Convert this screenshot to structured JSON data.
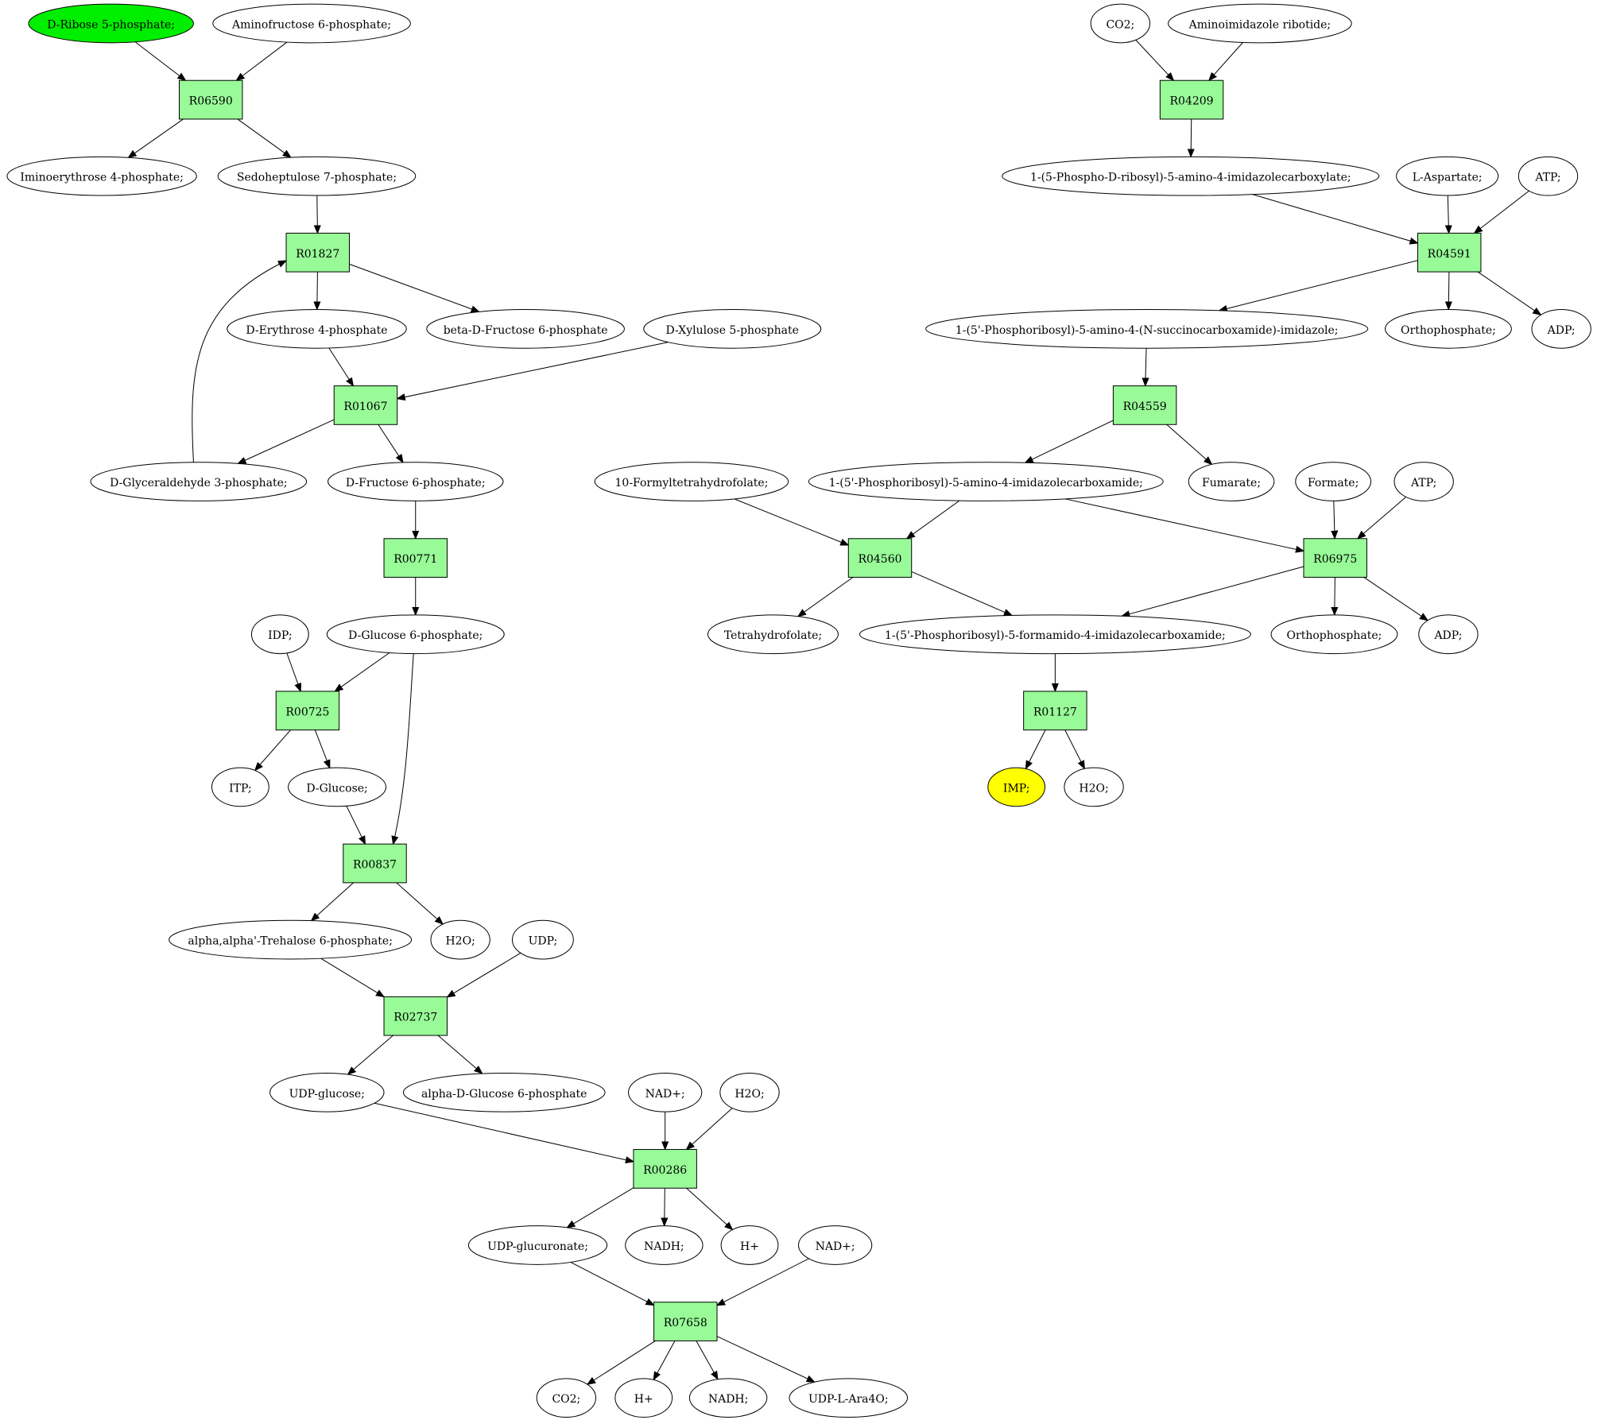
{
  "colors": {
    "reaction_fill": "#98fb98",
    "compound_fill": "#ffffff",
    "start_fill": "#00ee00",
    "end_fill": "#ffff00",
    "stroke": "#000000"
  },
  "reactions": [
    {
      "id": "R06590",
      "label": "R06590"
    },
    {
      "id": "R01827",
      "label": "R01827"
    },
    {
      "id": "R01067",
      "label": "R01067"
    },
    {
      "id": "R00771",
      "label": "R00771"
    },
    {
      "id": "R00725",
      "label": "R00725"
    },
    {
      "id": "R00837",
      "label": "R00837"
    },
    {
      "id": "R02737",
      "label": "R02737"
    },
    {
      "id": "R00286",
      "label": "R00286"
    },
    {
      "id": "R07658",
      "label": "R07658"
    },
    {
      "id": "R04209",
      "label": "R04209"
    },
    {
      "id": "R04591",
      "label": "R04591"
    },
    {
      "id": "R04559",
      "label": "R04559"
    },
    {
      "id": "R04560",
      "label": "R04560"
    },
    {
      "id": "R06975",
      "label": "R06975"
    },
    {
      "id": "R01127",
      "label": "R01127"
    }
  ],
  "compounds": [
    {
      "id": "c_ribose5p",
      "label": "D-Ribose 5-phosphate;",
      "role": "start"
    },
    {
      "id": "c_aminofru6p",
      "label": "Aminofructose 6-phosphate;"
    },
    {
      "id": "c_iminoery4p",
      "label": "Iminoerythrose 4-phosphate;"
    },
    {
      "id": "c_sedo7p",
      "label": "Sedoheptulose 7-phosphate;"
    },
    {
      "id": "c_ery4p",
      "label": "D-Erythrose 4-phosphate"
    },
    {
      "id": "c_betafru6p",
      "label": "beta-D-Fructose 6-phosphate"
    },
    {
      "id": "c_xyl5p",
      "label": "D-Xylulose 5-phosphate"
    },
    {
      "id": "c_gap",
      "label": "D-Glyceraldehyde 3-phosphate;"
    },
    {
      "id": "c_fru6p",
      "label": "D-Fructose 6-phosphate;"
    },
    {
      "id": "c_glc6p",
      "label": "D-Glucose 6-phosphate;"
    },
    {
      "id": "c_idp",
      "label": "IDP;"
    },
    {
      "id": "c_itp",
      "label": "ITP;"
    },
    {
      "id": "c_glc",
      "label": "D-Glucose;"
    },
    {
      "id": "c_treh6p",
      "label": "alpha,alpha'-Trehalose 6-phosphate;"
    },
    {
      "id": "c_h2o_a",
      "label": "H2O;"
    },
    {
      "id": "c_udp",
      "label": "UDP;"
    },
    {
      "id": "c_udpglc",
      "label": "UDP-glucose;"
    },
    {
      "id": "c_aglc6p",
      "label": "alpha-D-Glucose 6-phosphate"
    },
    {
      "id": "c_nad_a",
      "label": "NAD+;"
    },
    {
      "id": "c_h2o_b",
      "label": "H2O;"
    },
    {
      "id": "c_udpglcur",
      "label": "UDP-glucuronate;"
    },
    {
      "id": "c_nadh_a",
      "label": "NADH;"
    },
    {
      "id": "c_hplus_a",
      "label": "H+"
    },
    {
      "id": "c_nad_b",
      "label": "NAD+;"
    },
    {
      "id": "c_co2_b",
      "label": "CO2;"
    },
    {
      "id": "c_hplus_b",
      "label": "H+"
    },
    {
      "id": "c_nadh_b",
      "label": "NADH;"
    },
    {
      "id": "c_udparaf",
      "label": "UDP-L-Ara4O;"
    },
    {
      "id": "c_co2_a",
      "label": "CO2;"
    },
    {
      "id": "c_air",
      "label": "Aminoimidazole ribotide;"
    },
    {
      "id": "c_cair",
      "label": "1-(5-Phospho-D-ribosyl)-5-amino-4-imidazolecarboxylate;"
    },
    {
      "id": "c_asp",
      "label": "L-Aspartate;"
    },
    {
      "id": "c_atp_a",
      "label": "ATP;"
    },
    {
      "id": "c_saicar",
      "label": "1-(5'-Phosphoribosyl)-5-amino-4-(N-succinocarboxamide)-imidazole;"
    },
    {
      "id": "c_pi_a",
      "label": "Orthophosphate;"
    },
    {
      "id": "c_adp_a",
      "label": "ADP;"
    },
    {
      "id": "c_fum",
      "label": "Fumarate;"
    },
    {
      "id": "c_fthf",
      "label": "10-Formyltetrahydrofolate;"
    },
    {
      "id": "c_aicar",
      "label": "1-(5'-Phosphoribosyl)-5-amino-4-imidazolecarboxamide;"
    },
    {
      "id": "c_formate",
      "label": "Formate;"
    },
    {
      "id": "c_atp_b",
      "label": "ATP;"
    },
    {
      "id": "c_thf",
      "label": "Tetrahydrofolate;"
    },
    {
      "id": "c_faicar",
      "label": "1-(5'-Phosphoribosyl)-5-formamido-4-imidazolecarboxamide;"
    },
    {
      "id": "c_pi_b",
      "label": "Orthophosphate;"
    },
    {
      "id": "c_adp_b",
      "label": "ADP;"
    },
    {
      "id": "c_imp",
      "label": "IMP;",
      "role": "end"
    },
    {
      "id": "c_h2o_c",
      "label": "H2O;"
    }
  ],
  "edges": [
    {
      "from": "c_ribose5p",
      "to": "R06590"
    },
    {
      "from": "c_aminofru6p",
      "to": "R06590"
    },
    {
      "from": "R06590",
      "to": "c_iminoery4p"
    },
    {
      "from": "R06590",
      "to": "c_sedo7p"
    },
    {
      "from": "c_sedo7p",
      "to": "R01827"
    },
    {
      "from": "c_gap",
      "to": "R01827"
    },
    {
      "from": "R01827",
      "to": "c_ery4p"
    },
    {
      "from": "R01827",
      "to": "c_betafru6p"
    },
    {
      "from": "c_ery4p",
      "to": "R01067"
    },
    {
      "from": "c_xyl5p",
      "to": "R01067"
    },
    {
      "from": "R01067",
      "to": "c_gap"
    },
    {
      "from": "R01067",
      "to": "c_fru6p"
    },
    {
      "from": "c_fru6p",
      "to": "R00771"
    },
    {
      "from": "R00771",
      "to": "c_glc6p"
    },
    {
      "from": "c_idp",
      "to": "R00725"
    },
    {
      "from": "c_glc6p",
      "to": "R00725"
    },
    {
      "from": "R00725",
      "to": "c_itp"
    },
    {
      "from": "R00725",
      "to": "c_glc"
    },
    {
      "from": "c_glc",
      "to": "R00837"
    },
    {
      "from": "c_glc6p",
      "to": "R00837"
    },
    {
      "from": "R00837",
      "to": "c_treh6p"
    },
    {
      "from": "R00837",
      "to": "c_h2o_a"
    },
    {
      "from": "c_treh6p",
      "to": "R02737"
    },
    {
      "from": "c_udp",
      "to": "R02737"
    },
    {
      "from": "R02737",
      "to": "c_udpglc"
    },
    {
      "from": "R02737",
      "to": "c_aglc6p"
    },
    {
      "from": "c_udpglc",
      "to": "R00286"
    },
    {
      "from": "c_nad_a",
      "to": "R00286"
    },
    {
      "from": "c_h2o_b",
      "to": "R00286"
    },
    {
      "from": "R00286",
      "to": "c_udpglcur"
    },
    {
      "from": "R00286",
      "to": "c_nadh_a"
    },
    {
      "from": "R00286",
      "to": "c_hplus_a"
    },
    {
      "from": "c_udpglcur",
      "to": "R07658"
    },
    {
      "from": "c_nad_b",
      "to": "R07658"
    },
    {
      "from": "R07658",
      "to": "c_co2_b"
    },
    {
      "from": "R07658",
      "to": "c_hplus_b"
    },
    {
      "from": "R07658",
      "to": "c_nadh_b"
    },
    {
      "from": "R07658",
      "to": "c_udparaf"
    },
    {
      "from": "c_co2_a",
      "to": "R04209"
    },
    {
      "from": "c_air",
      "to": "R04209"
    },
    {
      "from": "R04209",
      "to": "c_cair"
    },
    {
      "from": "c_cair",
      "to": "R04591"
    },
    {
      "from": "c_asp",
      "to": "R04591"
    },
    {
      "from": "c_atp_a",
      "to": "R04591"
    },
    {
      "from": "R04591",
      "to": "c_saicar"
    },
    {
      "from": "R04591",
      "to": "c_pi_a"
    },
    {
      "from": "R04591",
      "to": "c_adp_a"
    },
    {
      "from": "c_saicar",
      "to": "R04559"
    },
    {
      "from": "R04559",
      "to": "c_aicar"
    },
    {
      "from": "R04559",
      "to": "c_fum"
    },
    {
      "from": "c_fthf",
      "to": "R04560"
    },
    {
      "from": "c_aicar",
      "to": "R04560"
    },
    {
      "from": "c_aicar",
      "to": "R06975"
    },
    {
      "from": "c_formate",
      "to": "R06975"
    },
    {
      "from": "c_atp_b",
      "to": "R06975"
    },
    {
      "from": "R04560",
      "to": "c_thf"
    },
    {
      "from": "R04560",
      "to": "c_faicar"
    },
    {
      "from": "R06975",
      "to": "c_faicar"
    },
    {
      "from": "R06975",
      "to": "c_pi_b"
    },
    {
      "from": "R06975",
      "to": "c_adp_b"
    },
    {
      "from": "c_faicar",
      "to": "R01127"
    },
    {
      "from": "R01127",
      "to": "c_imp"
    },
    {
      "from": "R01127",
      "to": "c_h2o_c"
    }
  ]
}
